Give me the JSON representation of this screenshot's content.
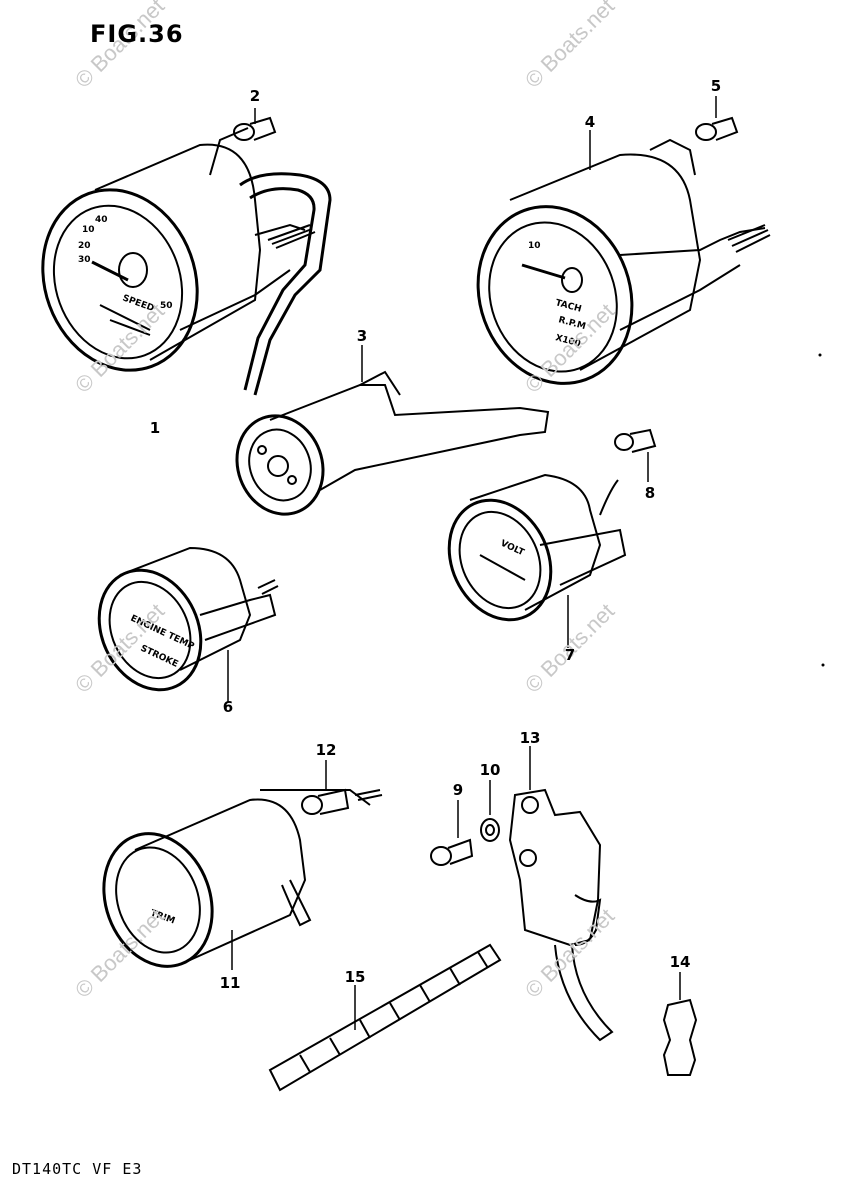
{
  "figure": {
    "title": "FIG.36",
    "footer": "DT140TC VF E3",
    "watermark": "© Boats.net"
  },
  "callouts": [
    "1",
    "2",
    "3",
    "4",
    "5",
    "6",
    "7",
    "8",
    "9",
    "10",
    "11",
    "12",
    "13",
    "14",
    "15"
  ],
  "gauge_text": {
    "speedo_word": "SPEED",
    "speedo_nums": [
      "10",
      "20",
      "30",
      "40",
      "50"
    ],
    "tacho_word": "TACH",
    "tacho_rpm": "R.P.M",
    "tacho_scale": "X100",
    "tacho_num": "10",
    "volt_word": "VOLT",
    "gauge6_line1": "ENGINE TEMP",
    "gauge6_line2": "STROKE",
    "gauge11_word": "TRIM"
  }
}
